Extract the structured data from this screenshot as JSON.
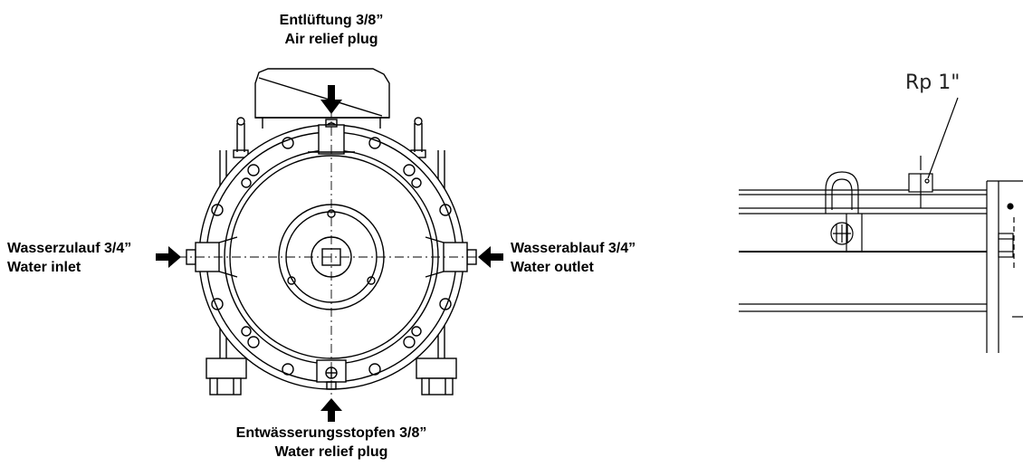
{
  "labels": {
    "top_de": "Entlüftung 3/8”",
    "top_en": "Air relief plug",
    "left_de": "Wasserzulauf 3/4”",
    "left_en": "Water inlet",
    "right_de": "Wasserablauf 3/4”",
    "right_en": "Water outlet",
    "bottom_de": "Entwässerungsstopfen 3/8”",
    "bottom_en": "Water relief plug",
    "rp_callout": "Rp 1\""
  },
  "colors": {
    "line": "#000000",
    "arrow": "#000000",
    "background": "#ffffff"
  },
  "icons": {
    "arrow_down": "arrow-down-icon",
    "arrow_right": "arrow-right-icon",
    "arrow_left": "arrow-left-icon",
    "arrow_up": "arrow-up-icon"
  }
}
